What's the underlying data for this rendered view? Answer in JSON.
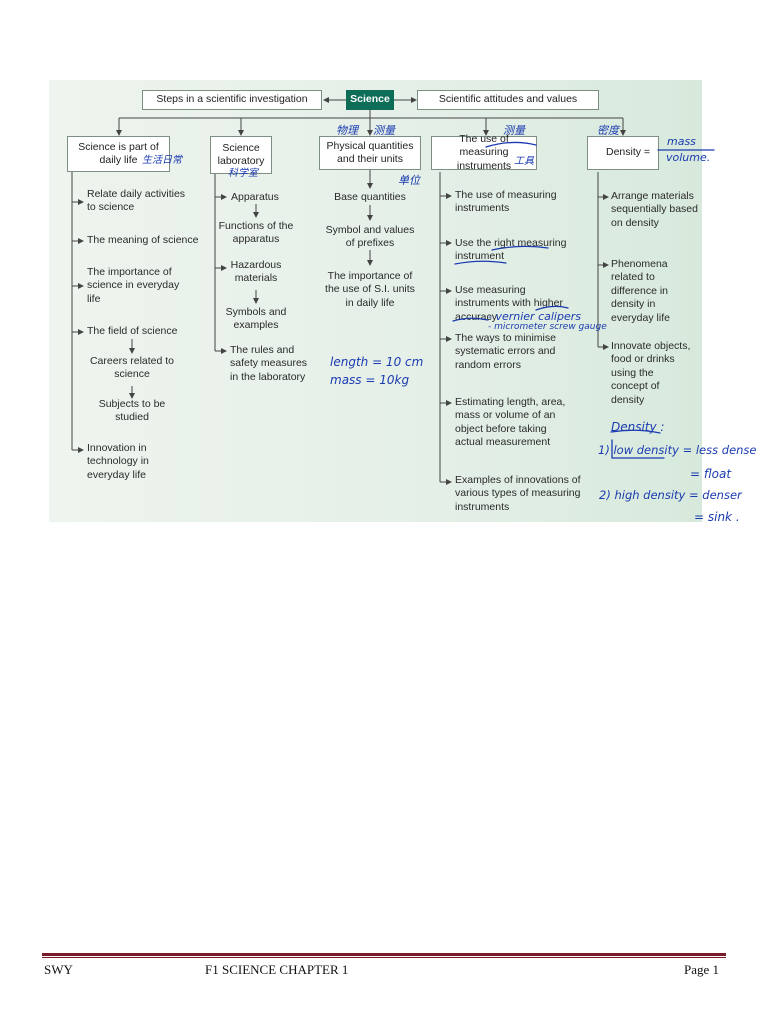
{
  "top_row": {
    "steps": "Steps in a scientific investigation",
    "science": "Science",
    "attitudes": "Scientific attitudes and values"
  },
  "columns": [
    {
      "header": "Science is part of daily life",
      "items": [
        "Relate daily activities to science",
        "The meaning of science",
        "The importance of science in everyday life",
        "The field of science",
        "Careers related to science",
        "Subjects to be studied",
        "Innovation in technology in everyday life"
      ]
    },
    {
      "header": "Science laboratory",
      "items": [
        "Apparatus",
        "Functions of the apparatus",
        "Hazardous materials",
        "Symbols and examples",
        "The rules and safety measures in the laboratory"
      ]
    },
    {
      "header": "Physical quantities and their units",
      "items": [
        "Base quantities",
        "Symbol and values of prefixes",
        "The importance of the use of S.I. units in daily life"
      ]
    },
    {
      "header": "The use of measuring instruments",
      "items": [
        "The use of measuring instruments",
        "Use the right measuring instrument",
        "Use measuring instruments with higher accuracy",
        "The ways to minimise systematic errors and random errors",
        "Estimating length, area, mass or volume of an object before taking actual measurement",
        "Examples of innovations of various types of measuring instruments"
      ]
    },
    {
      "header": "Density =",
      "items": [
        "Arrange materials sequentially based on density",
        "Phenomena related to difference in density in everyday life",
        "Innovate objects, food or drinks using the concept of density"
      ]
    }
  ],
  "handwritten": {
    "daily_life_cn": "生活日常",
    "lab_cn": "科学室",
    "physical_cn": "物理",
    "measure_cn": "测量",
    "units_cn": "单位",
    "measure_cn2": "测量",
    "tools_cn": "工具",
    "density_cn": "密度",
    "density_num": "mass",
    "density_den": "volume.",
    "length_note": "length = 10 cm",
    "mass_note": "mass = 10kg",
    "vernier": "- vernier calipers",
    "micrometer": "- micrometer screw gauge",
    "density_title": "Density :",
    "low_density": "1) low density = less dense",
    "float": "= float",
    "high_density": "2) high density = denser",
    "sink": "= sink ."
  },
  "footer": {
    "left": "SWY",
    "center": "F1 SCIENCE CHAPTER 1",
    "right": "Page 1"
  }
}
